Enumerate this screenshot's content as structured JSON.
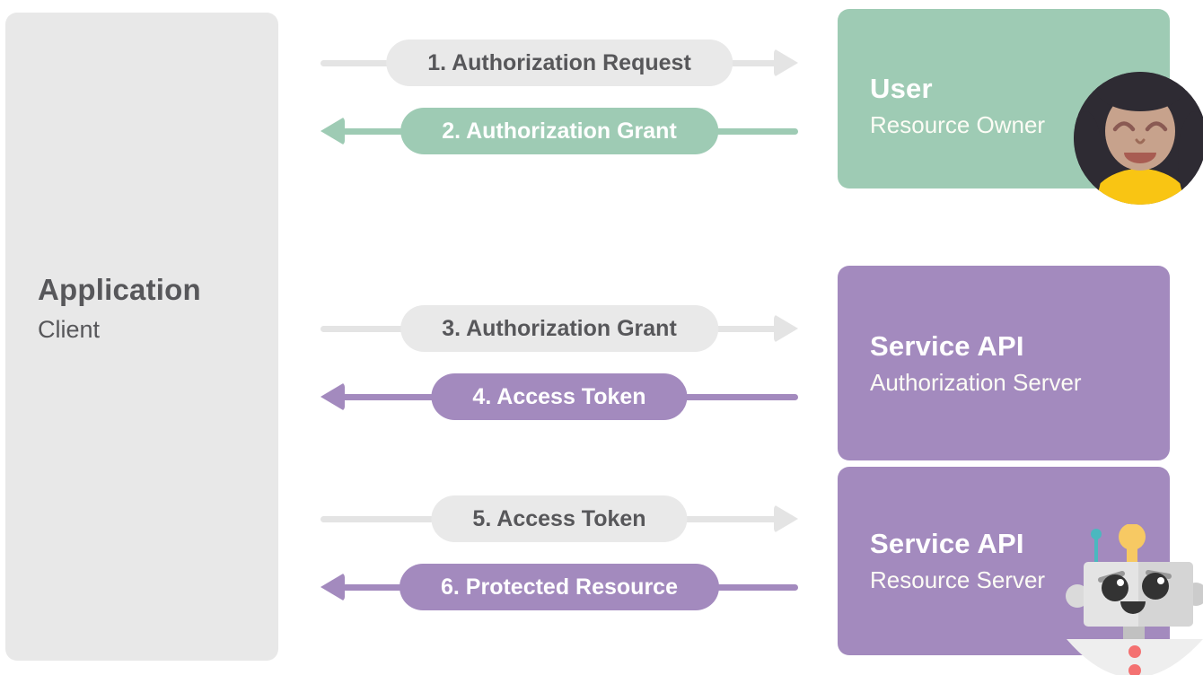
{
  "diagram": {
    "application": {
      "title": "Application",
      "subtitle": "Client"
    },
    "entities": {
      "user": {
        "title": "User",
        "subtitle": "Resource Owner",
        "icon": "woman-avatar-icon"
      },
      "auth_server": {
        "title": "Service API",
        "subtitle": "Authorization Server"
      },
      "resource_server": {
        "title": "Service API",
        "subtitle": "Resource Server",
        "icon": "robot-icon"
      }
    },
    "flows": [
      {
        "label": "1. Authorization Request",
        "direction": "right",
        "style": "gray"
      },
      {
        "label": "2. Authorization Grant",
        "direction": "left",
        "style": "green"
      },
      {
        "label": "3. Authorization Grant",
        "direction": "right",
        "style": "gray"
      },
      {
        "label": "4. Access Token",
        "direction": "left",
        "style": "purple"
      },
      {
        "label": "5. Access Token",
        "direction": "right",
        "style": "gray"
      },
      {
        "label": "6. Protected Resource",
        "direction": "left",
        "style": "purple"
      }
    ],
    "colors": {
      "neutral_box": "#e8e8e8",
      "neutral_arrow": "#e4e4e4",
      "green": "#9ecbb4",
      "purple": "#a38abe",
      "text_dark": "#57575a",
      "text_light": "#ffffff"
    }
  }
}
